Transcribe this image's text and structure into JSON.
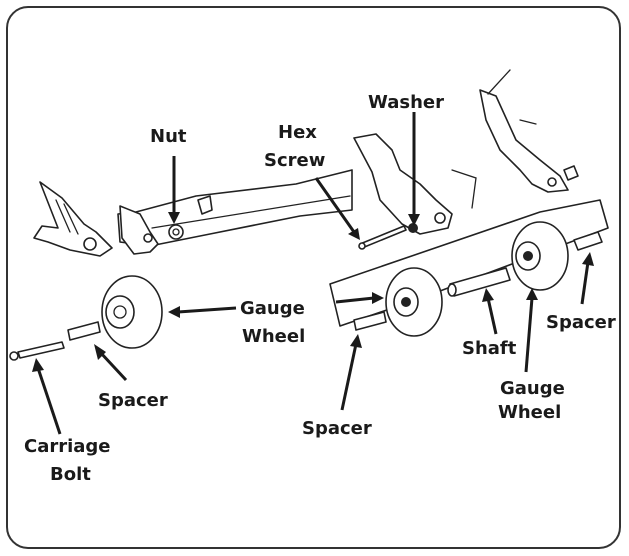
{
  "labels": {
    "nut": "Nut",
    "hex_screw_1": "Hex",
    "hex_screw_2": "Screw",
    "washer": "Washer",
    "gauge_wheel_left_1": "Gauge",
    "gauge_wheel_left_2": "Wheel",
    "spacer_left": "Spacer",
    "carriage_bolt_1": "Carriage",
    "carriage_bolt_2": "Bolt",
    "spacer_middle": "Spacer",
    "shaft": "Shaft",
    "spacer_right": "Spacer",
    "gauge_wheel_right_1": "Gauge",
    "gauge_wheel_right_2": "Wheel"
  },
  "colors": {
    "line": "#222222",
    "label": "#1a1a1a",
    "frame": "#333333"
  }
}
